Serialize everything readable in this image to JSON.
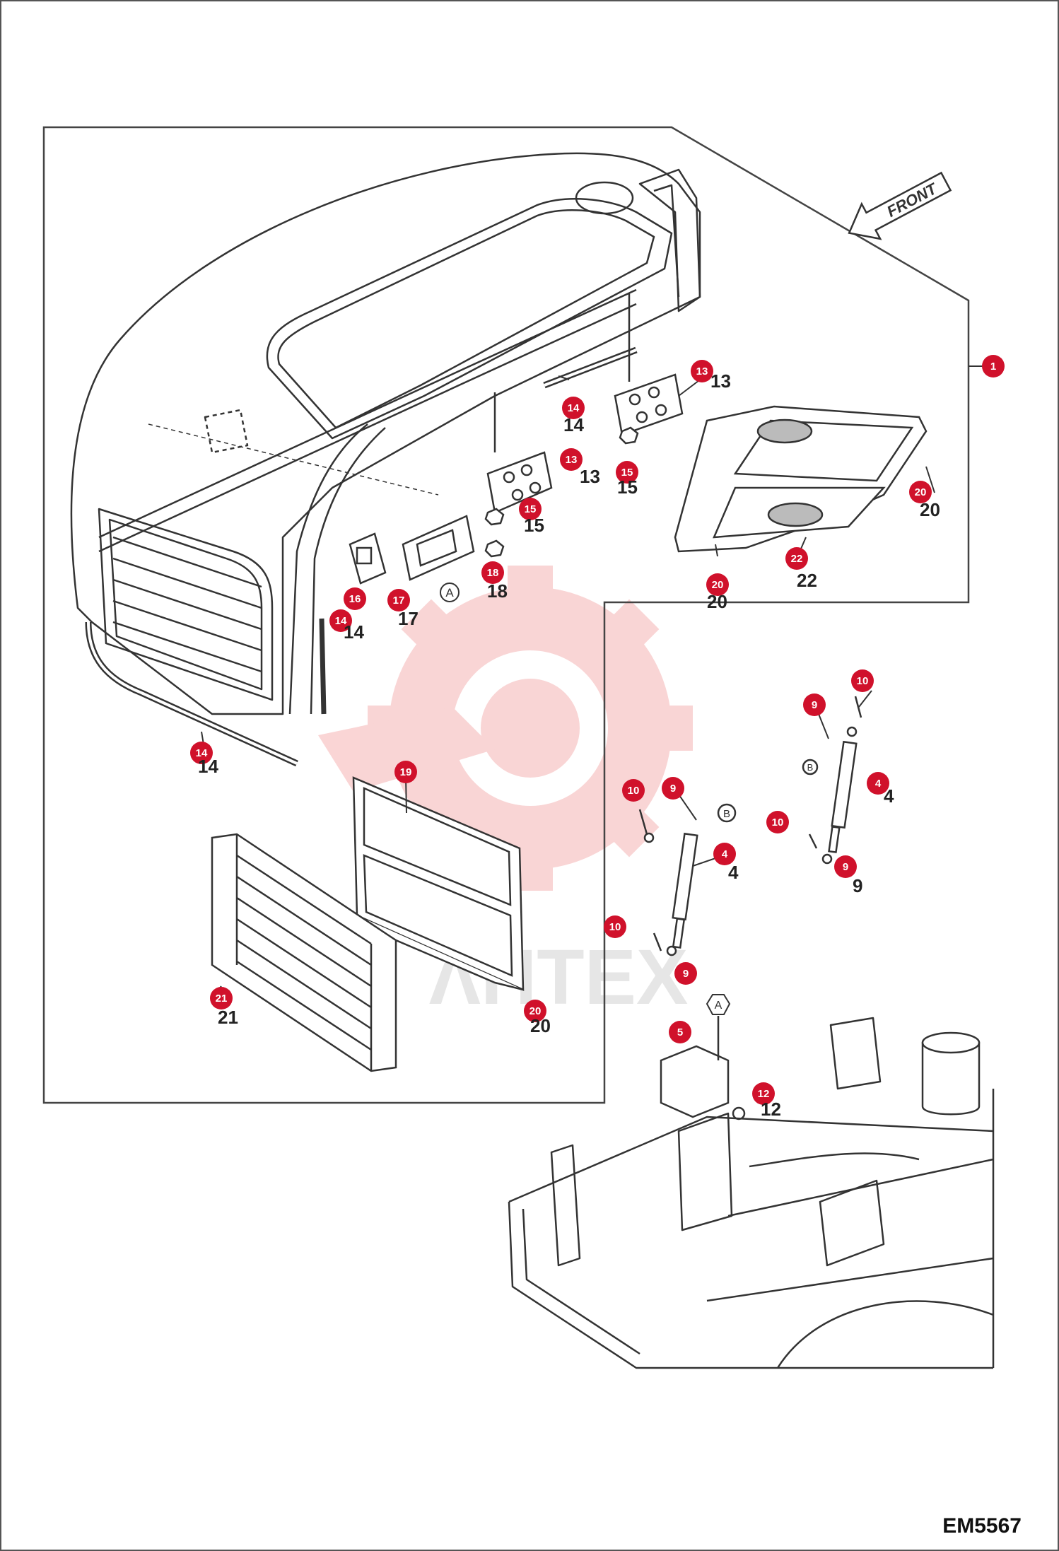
{
  "figure_code": "EM5567",
  "front_label": "FRONT",
  "watermark_text": "ΛΗΤΕΧ",
  "reference_marks": [
    "A",
    "B"
  ],
  "callouts": [
    {
      "id": "1",
      "num": "1"
    },
    {
      "id": "13a",
      "num": "13"
    },
    {
      "id": "13b",
      "num": "13"
    },
    {
      "id": "14a",
      "num": "14"
    },
    {
      "id": "14b",
      "num": "14"
    },
    {
      "id": "14c",
      "num": "14"
    },
    {
      "id": "15a",
      "num": "15"
    },
    {
      "id": "15b",
      "num": "15"
    },
    {
      "id": "16",
      "num": "16"
    },
    {
      "id": "17",
      "num": "17"
    },
    {
      "id": "18",
      "num": "18"
    },
    {
      "id": "19",
      "num": "19"
    },
    {
      "id": "20a",
      "num": "20"
    },
    {
      "id": "20b",
      "num": "20"
    },
    {
      "id": "20c",
      "num": "20"
    },
    {
      "id": "21",
      "num": "21"
    },
    {
      "id": "22",
      "num": "22"
    },
    {
      "id": "9a",
      "num": "9"
    },
    {
      "id": "9b",
      "num": "9"
    },
    {
      "id": "9c",
      "num": "9"
    },
    {
      "id": "9d",
      "num": "9"
    },
    {
      "id": "10a",
      "num": "10"
    },
    {
      "id": "10b",
      "num": "10"
    },
    {
      "id": "10c",
      "num": "10"
    },
    {
      "id": "10d",
      "num": "10"
    },
    {
      "id": "4a",
      "num": "4"
    },
    {
      "id": "4b",
      "num": "4"
    },
    {
      "id": "5",
      "num": "5"
    },
    {
      "id": "12",
      "num": "12"
    }
  ],
  "colors": {
    "callout_fill": "#d0112b",
    "line": "#333333",
    "watermark": "#f5b5b5"
  }
}
